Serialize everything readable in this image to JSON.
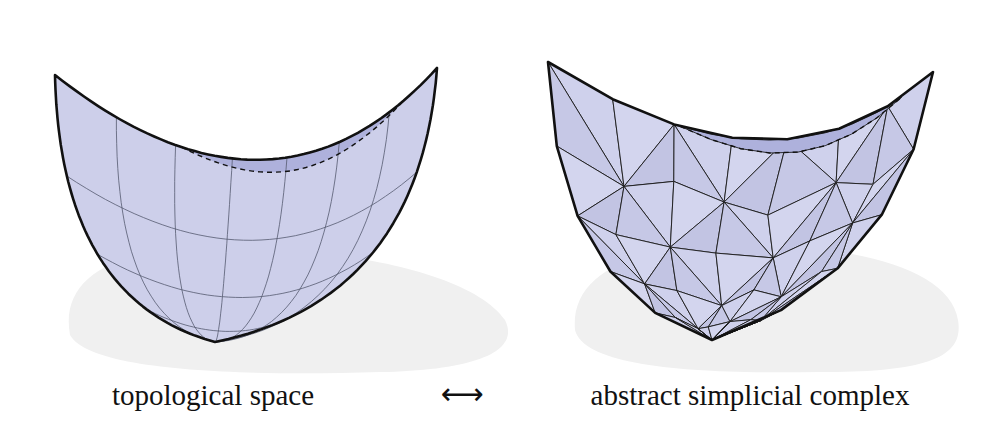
{
  "diagram": {
    "labels": [
      "topological space",
      "⟷",
      "abstract simplicial complex"
    ]
  }
}
